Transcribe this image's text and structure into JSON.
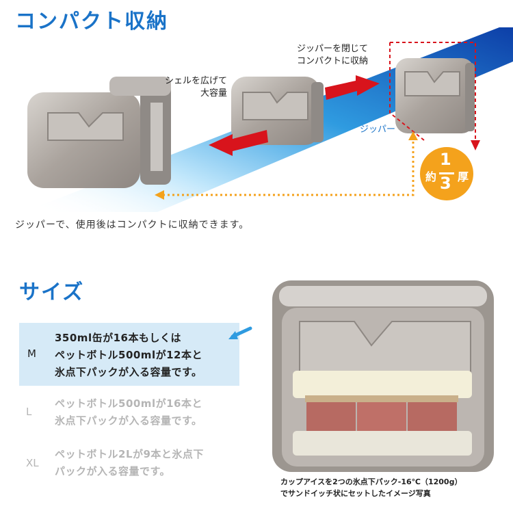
{
  "section1": {
    "title": "コンパクト収納",
    "label_expand_line1": "シェルを広げて",
    "label_expand_line2": "大容量",
    "label_zip_line1": "ジッパーを閉じて",
    "label_zip_line2": "コンパクトに収納",
    "label_zipper": "ジッパー",
    "badge_prefix": "約",
    "badge_numerator": "1",
    "badge_denominator": "3",
    "badge_suffix": "厚",
    "caption": "ジッパーで、使用後はコンパクトに収納できます。"
  },
  "section2": {
    "title": "サイズ",
    "sizes": [
      {
        "letter": "M",
        "line1": "350ml缶が16本もしくは",
        "line2": "ペットボトル500mlが12本と",
        "line3": "氷点下パックが入る容量です。"
      },
      {
        "letter": "L",
        "line1": "ペットボトル500mlが16本と",
        "line2": "氷点下パックが入る容量です。"
      },
      {
        "letter": "XL",
        "line1": "ペットボトル2Lが9本と氷点下",
        "line2": "パックが入る容量です。"
      }
    ],
    "photo_caption_line1": "カップアイスを2つの氷点下パック-16℃（1200g）",
    "photo_caption_line2": "でサンドイッチ状にセットしたイメージ写真"
  },
  "colors": {
    "accent_blue": "#1a73c8",
    "arrow_red": "#d8141c",
    "dotted_orange": "#f4a21c",
    "highlight_row": "#d6eaf7",
    "shell_silver": "#a8a29e"
  }
}
